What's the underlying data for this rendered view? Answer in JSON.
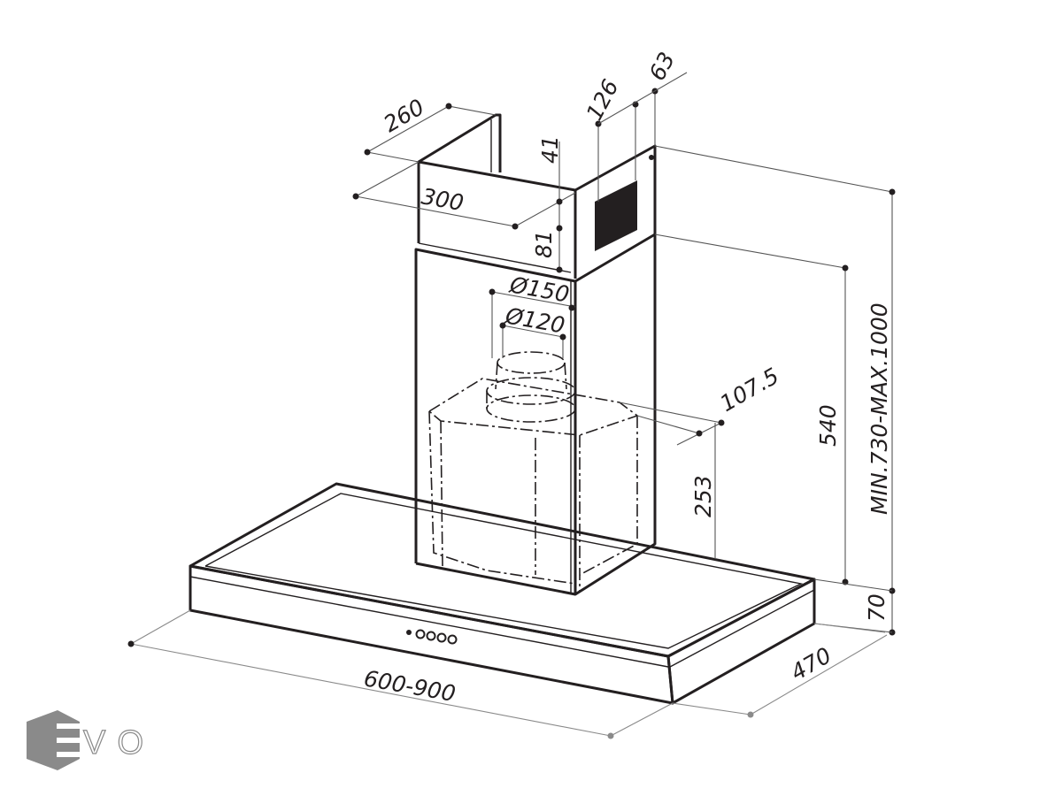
{
  "logo": {
    "text": "EVO",
    "color": "#8a8a8a"
  },
  "dimensions": {
    "chimney_depth_top": "260",
    "chimney_width": "300",
    "vent_offset_top": "41",
    "vent_height": "81",
    "vent_width": "126",
    "vent_offset_side": "63",
    "outlet_outer_diameter": "Ø150",
    "outlet_inner_diameter": "Ø120",
    "outlet_offset": "107.5",
    "lower_chimney_height": "540",
    "total_height": "MIN.730-MAX.1000",
    "motor_height": "253",
    "canopy_height": "70",
    "canopy_depth": "470",
    "canopy_width": "600-900"
  },
  "colors": {
    "line": "#231f20",
    "dim_line": "#8a8a8a"
  }
}
